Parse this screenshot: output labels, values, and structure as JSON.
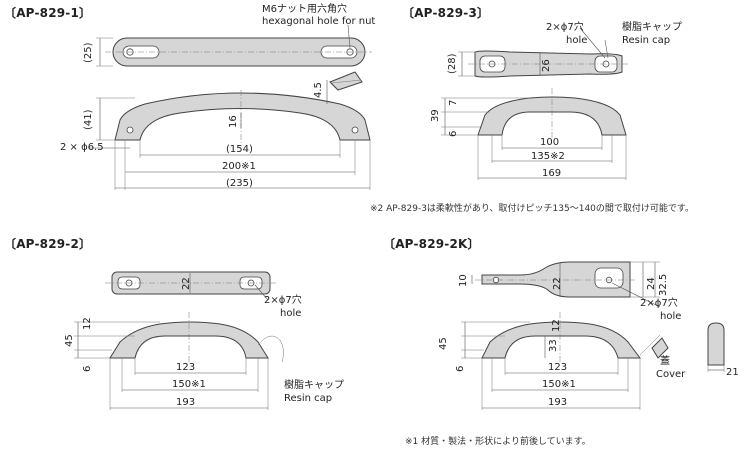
{
  "sections": [
    {
      "id": "AP-829-1",
      "title": "〔AP-829-1〕"
    },
    {
      "id": "AP-829-3",
      "title": "〔AP-829-3〕"
    },
    {
      "id": "AP-829-2",
      "title": "〔AP-829-2〕"
    },
    {
      "id": "AP-829-2K",
      "title": "〔AP-829-2K〕"
    }
  ],
  "ap8291": {
    "callout_jp": "M6ナット用六角穴",
    "callout_en": "hexagonal hole for nut",
    "dim_width": "(25)",
    "dim_height": "(41)",
    "dim_grip": "16",
    "dim_top": "4.5",
    "dim_hole": "2 × ϕ6.5",
    "dim_inner": "(154)",
    "dim_pitch": "200※1",
    "dim_total": "(235)"
  },
  "ap8293": {
    "callout_hole_jp": "2×ϕ7穴",
    "callout_hole_en": "hole",
    "callout_cap_jp": "樹脂キャップ",
    "callout_cap_en": "Resin cap",
    "dim_width": "(28)",
    "dim_grip": "26",
    "dim_h1": "7",
    "dim_height": "39",
    "dim_h2": "6",
    "dim_inner": "100",
    "dim_pitch": "135※2",
    "dim_total": "169",
    "note": "※2 AP-829-3は柔軟性があり、取付けピッチ135～140の間で取付け可能です。"
  },
  "ap8292": {
    "dim_grip": "22",
    "callout_hole_jp": "2×ϕ7穴",
    "callout_hole_en": "hole",
    "dim_top": "12",
    "dim_height": "45",
    "dim_bottom": "6",
    "dim_inner": "123",
    "dim_pitch": "150※1",
    "dim_total": "193",
    "callout_cap_jp": "樹脂キャップ",
    "callout_cap_en": "Resin cap"
  },
  "ap8292k": {
    "dim_grip": "22",
    "dim_left": "10",
    "dim_right1": "24",
    "dim_right2": "32.5",
    "callout_hole_jp": "2×ϕ7穴",
    "callout_hole_en": "hole",
    "dim_top": "12",
    "dim_height": "45",
    "dim_bottom": "6",
    "dim_mid": "33",
    "dim_inner": "123",
    "dim_pitch": "150※1",
    "dim_total": "193",
    "callout_cover_jp": "蓋",
    "callout_cover_en": "Cover",
    "dim_cover": "21",
    "note": "※1 材質・製法・形状により前後しています。"
  }
}
